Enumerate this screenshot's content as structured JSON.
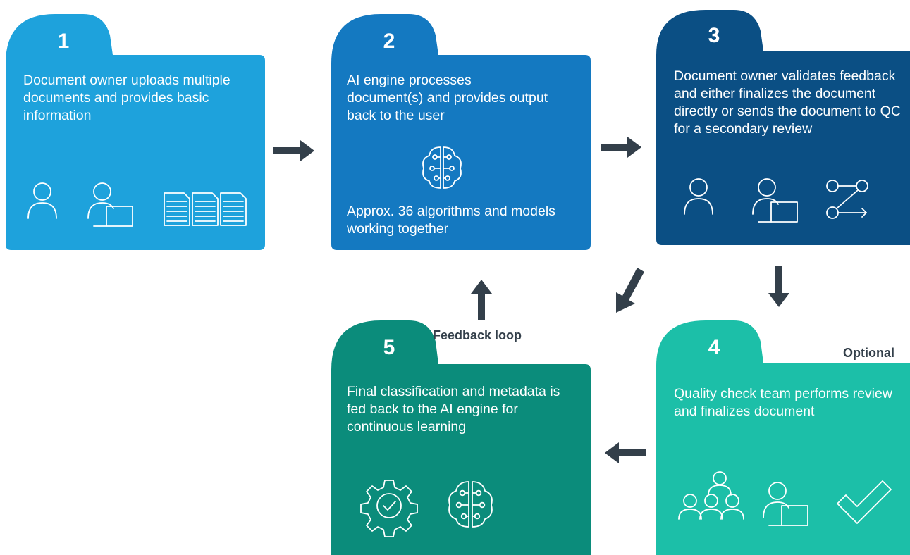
{
  "colors": {
    "step1": "#1ea2dc",
    "step2": "#1479c1",
    "step3": "#0b4f84",
    "step4": "#1cbfa8",
    "step5": "#0b8c7b",
    "arrow": "#333f4a"
  },
  "steps": [
    {
      "number": "1",
      "text": "Document owner uploads multiple documents and provides basic information",
      "icons": [
        "user-icon",
        "user-laptop-icon",
        "documents-icon"
      ]
    },
    {
      "number": "2",
      "text": "AI engine processes document(s) and provides output back to the user",
      "note": "Approx. 36 algorithms and models working together",
      "icons": [
        "ai-brain-icon"
      ]
    },
    {
      "number": "3",
      "text": "Document owner validates feedback and either finalizes the document directly or sends the document to QC for a secondary review",
      "icons": [
        "user-icon",
        "user-laptop-icon",
        "workflow-icon"
      ]
    },
    {
      "number": "4",
      "text": "Quality check team performs review and finalizes document",
      "tag": "Optional",
      "icons": [
        "team-icon",
        "user-laptop-icon",
        "checkmark-icon"
      ]
    },
    {
      "number": "5",
      "text": "Final classification and metadata is fed back to the AI engine for continuous learning",
      "icons": [
        "gear-check-icon",
        "ai-brain-icon"
      ]
    }
  ],
  "feedback_label": "Feedback loop"
}
